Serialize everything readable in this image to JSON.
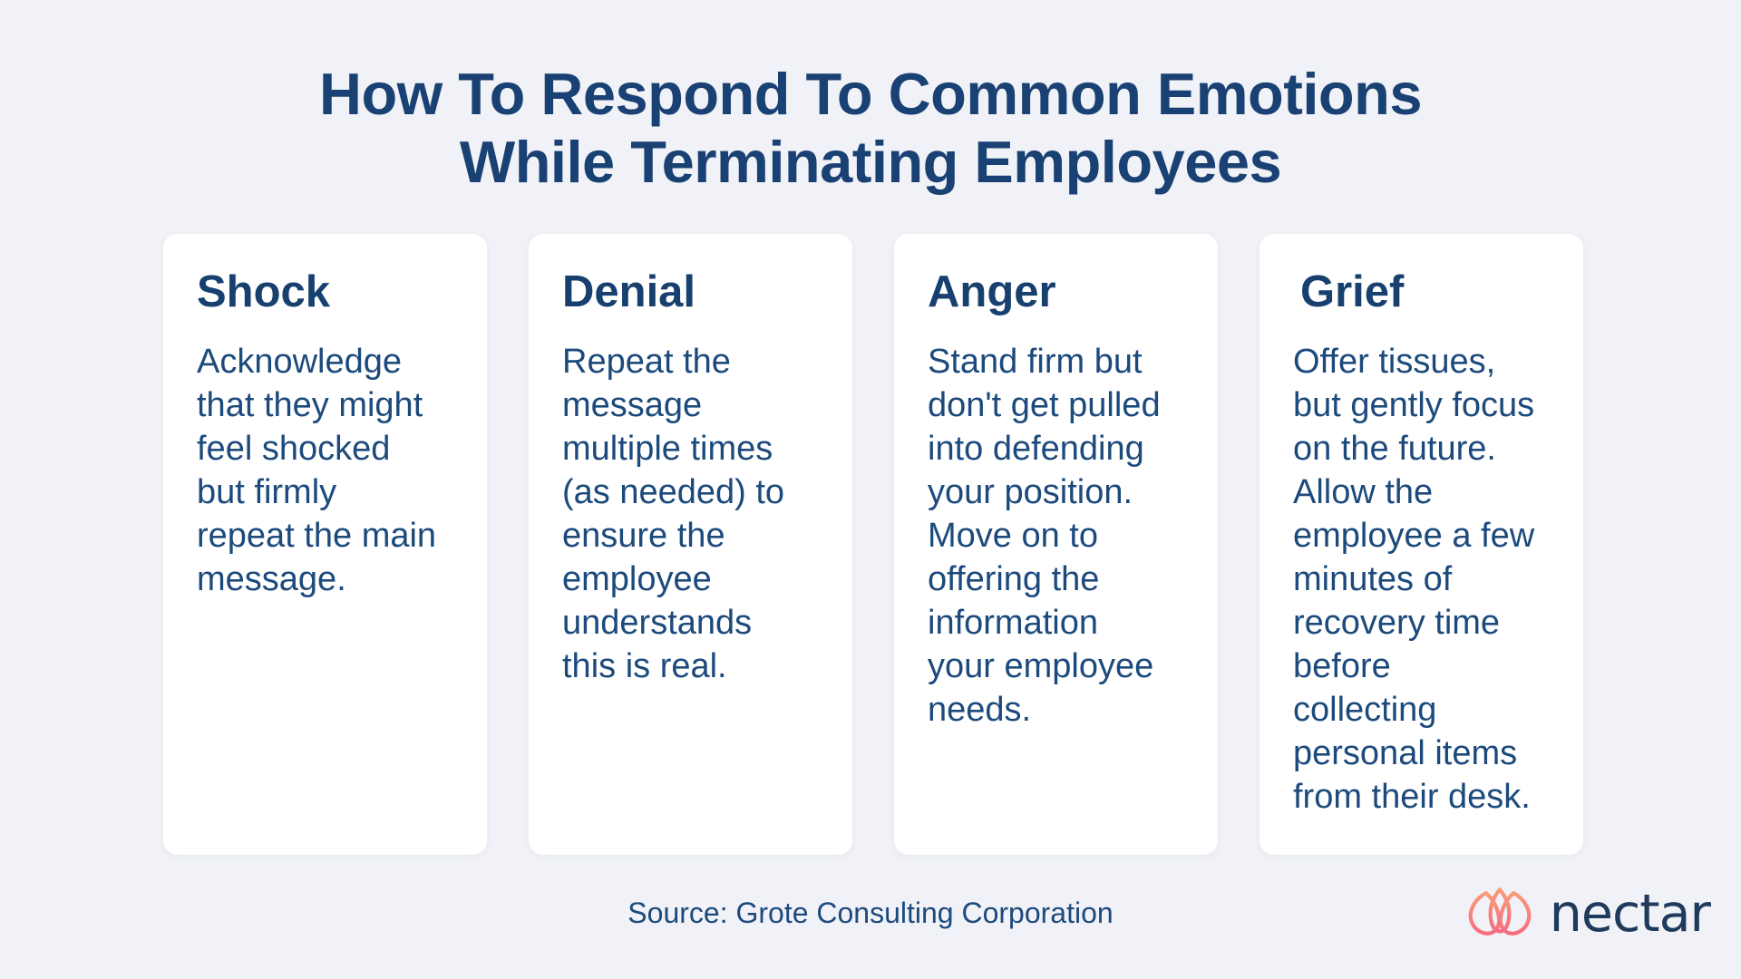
{
  "title": {
    "line1": "How To Respond To Common Emotions",
    "line2": "While Terminating Employees"
  },
  "cards": [
    {
      "heading": "Shock",
      "body": "Acknowledge\nthat they might\nfeel shocked\nbut firmly\nrepeat the main\nmessage."
    },
    {
      "heading": "Denial",
      "body": "Repeat the\nmessage\nmultiple times\n(as needed) to\nensure the\nemployee\nunderstands\nthis is real."
    },
    {
      "heading": "Anger",
      "body": "Stand firm but\ndon't get pulled\ninto defending\nyour position.\nMove on to\noffering the\ninformation\nyour employee\nneeds."
    },
    {
      "heading": "Grief",
      "body": "Offer tissues,\nbut gently focus\non the future.\nAllow the\nemployee a few\nminutes of\nrecovery time\nbefore\ncollecting\npersonal items\nfrom their desk."
    }
  ],
  "footer": {
    "source": "Source: Grote Consulting Corporation",
    "brand_name": "nectar"
  },
  "colors": {
    "background": "#F1F2F7",
    "card": "#FFFFFF",
    "title": "#1A4173",
    "heading": "#17406F",
    "body_text": "#1C4A7C",
    "brand_text": "#1E3A5C",
    "icon_gradient_top": "#FA9B79",
    "icon_gradient_bottom": "#F76C80"
  }
}
